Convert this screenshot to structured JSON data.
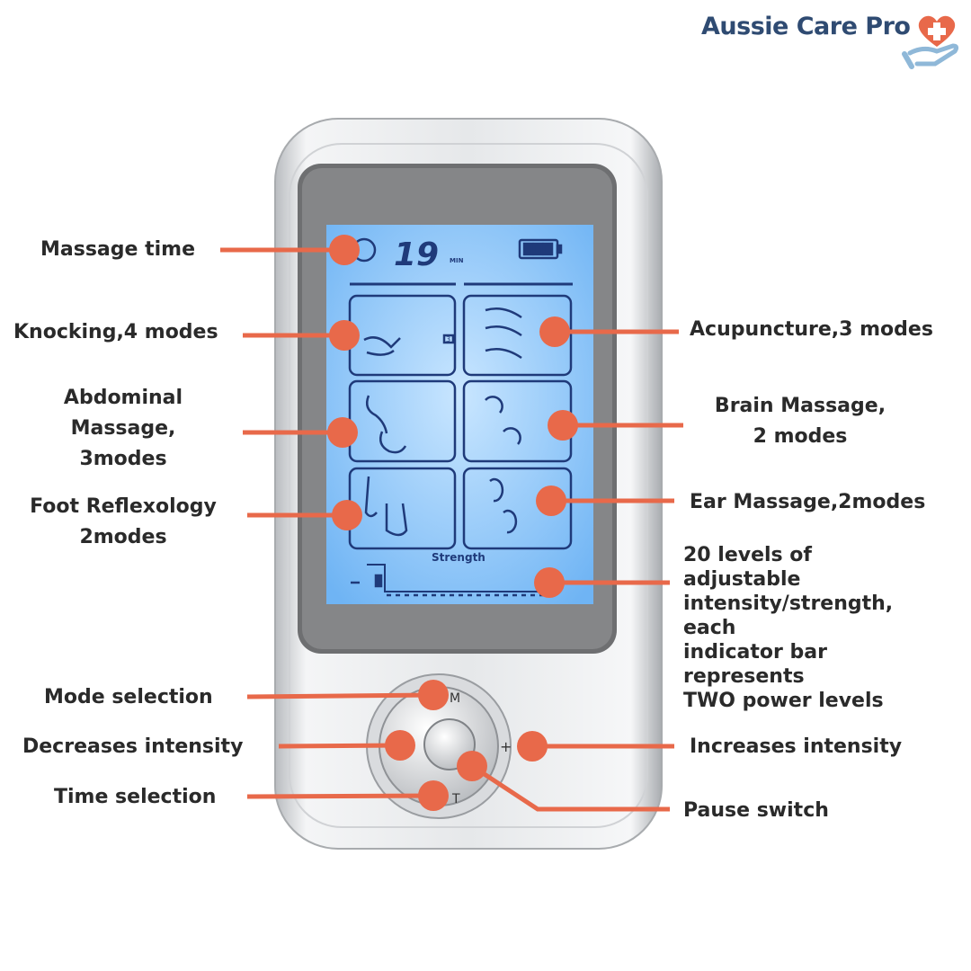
{
  "brand": {
    "name": "Aussie Care Pro",
    "heart_color": "#E8694A",
    "hand_color": "#8FB8D8",
    "text_color": "#2F4B72"
  },
  "accent_color": "#E8694A",
  "lcd": {
    "time_value": "19",
    "time_unit": "MIN",
    "knocking_indicator": "3",
    "strength_label": "Strength",
    "strength_level_fraction": 0.05
  },
  "buttons": {
    "mode": "M",
    "plus": "+",
    "time": "T"
  },
  "annotations": {
    "massage_time": "Massage time",
    "knocking": "Knocking,4 modes",
    "acupuncture": "Acupuncture,3 modes",
    "abdominal": [
      "Abdominal",
      "Massage,",
      "3modes"
    ],
    "brain": [
      "Brain Massage,",
      "2 modes"
    ],
    "foot": [
      "Foot Reflexology",
      "2modes"
    ],
    "ear": "Ear Massage,2modes",
    "levels": [
      "20 levels of",
      "adjustable",
      "intensity/strength,",
      "each",
      "indicator bar",
      "represents",
      "TWO power levels"
    ],
    "mode_selection": "Mode selection",
    "decrease": "Decreases intensity",
    "increase": "Increases intensity",
    "time_selection": "Time selection",
    "pause": "Pause switch"
  }
}
